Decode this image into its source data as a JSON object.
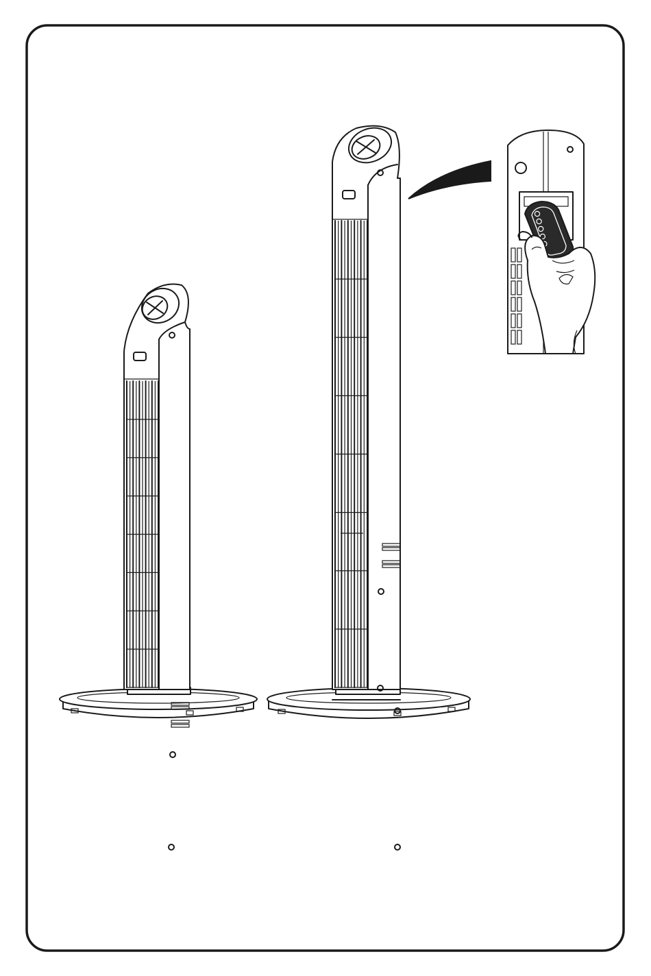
{
  "colors": {
    "line": "#1a1a1a",
    "background": "#ffffff",
    "remote_body": "#2a2a2a"
  },
  "illustration": {
    "small_fan": {
      "name": "tower-fan-short",
      "grill_segments": 8,
      "side_vents": 2
    },
    "tall_fan": {
      "name": "tower-fan-tall",
      "grill_segments": 8,
      "side_vents": 2,
      "has_extension_section": true
    },
    "inset": {
      "name": "remote-storage-inset",
      "remote_buttons": 5
    }
  }
}
